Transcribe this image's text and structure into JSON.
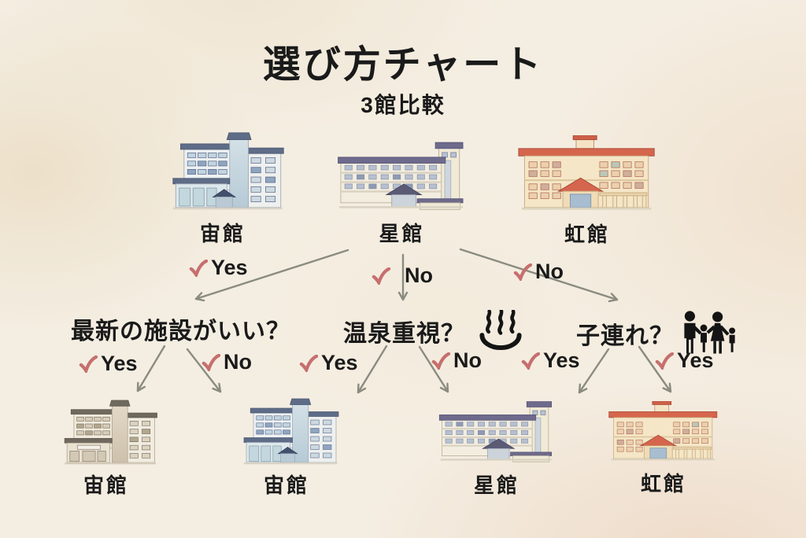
{
  "title": "選び方チャート",
  "subtitle": "3館比較",
  "top_buildings": [
    {
      "name": "宙館"
    },
    {
      "name": "星館"
    },
    {
      "name": "虹館"
    }
  ],
  "level1_branches": [
    {
      "check": "✓",
      "answer": "Yes"
    },
    {
      "check": "✓",
      "answer": "No"
    },
    {
      "check": "✓",
      "answer": "No"
    }
  ],
  "questions": [
    {
      "text": "最新の施設がいい？"
    },
    {
      "text": "温泉重視？",
      "icon": "hot-spring-icon"
    },
    {
      "text": "子連れ？",
      "icon": "family-icon"
    }
  ],
  "level2_branches": [
    {
      "check": "✓",
      "answer": "Yes"
    },
    {
      "check": "✓",
      "answer": "No"
    },
    {
      "check": "✓",
      "answer": "Yes"
    },
    {
      "check": "✓",
      "answer": "No"
    },
    {
      "check": "✓",
      "answer": "Yes"
    },
    {
      "check": "✓",
      "answer": "Yes"
    }
  ],
  "bottom_buildings": [
    {
      "name": "宙館"
    },
    {
      "name": "宙館"
    },
    {
      "name": "星館"
    },
    {
      "name": "虹館"
    }
  ],
  "colors": {
    "background": "#f4eee2",
    "checkmark": "#c66f6e",
    "arrow": "#8b8b80",
    "text": "#1a1a1a",
    "roof_blue": "#5e6c87",
    "roof_purple": "#6e6a8c",
    "roof_red": "#d5664d",
    "roof_tan": "#6f695e"
  }
}
